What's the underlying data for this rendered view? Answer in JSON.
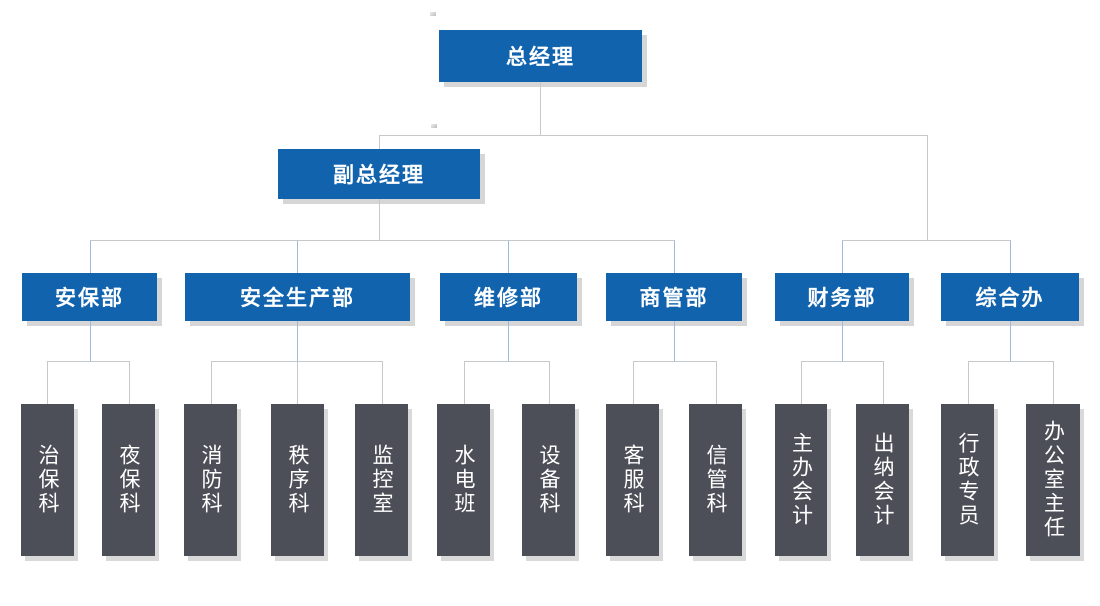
{
  "org_chart": {
    "nodes": {
      "general_manager": "总经理",
      "deputy_general_manager": "副总经理"
    },
    "departments": [
      {
        "label": "安保部",
        "children": [
          "治保科",
          "夜保科"
        ]
      },
      {
        "label": "安全生产部",
        "children": [
          "消防科",
          "秩序科",
          "监控室"
        ]
      },
      {
        "label": "维修部",
        "children": [
          "水电班",
          "设备科"
        ]
      },
      {
        "label": "商管部",
        "children": [
          "客服科",
          "信管科"
        ]
      },
      {
        "label": "财务部",
        "children": [
          "主办会计",
          "出纳会计"
        ]
      },
      {
        "label": "综合办",
        "children": [
          "行政专员",
          "办公室主任"
        ]
      }
    ],
    "colors": {
      "node_blue": "#1263ae",
      "node_dark": "#4d4f58",
      "line_gray": "#c6c9cc",
      "line_blue": "#9cb9da"
    }
  }
}
